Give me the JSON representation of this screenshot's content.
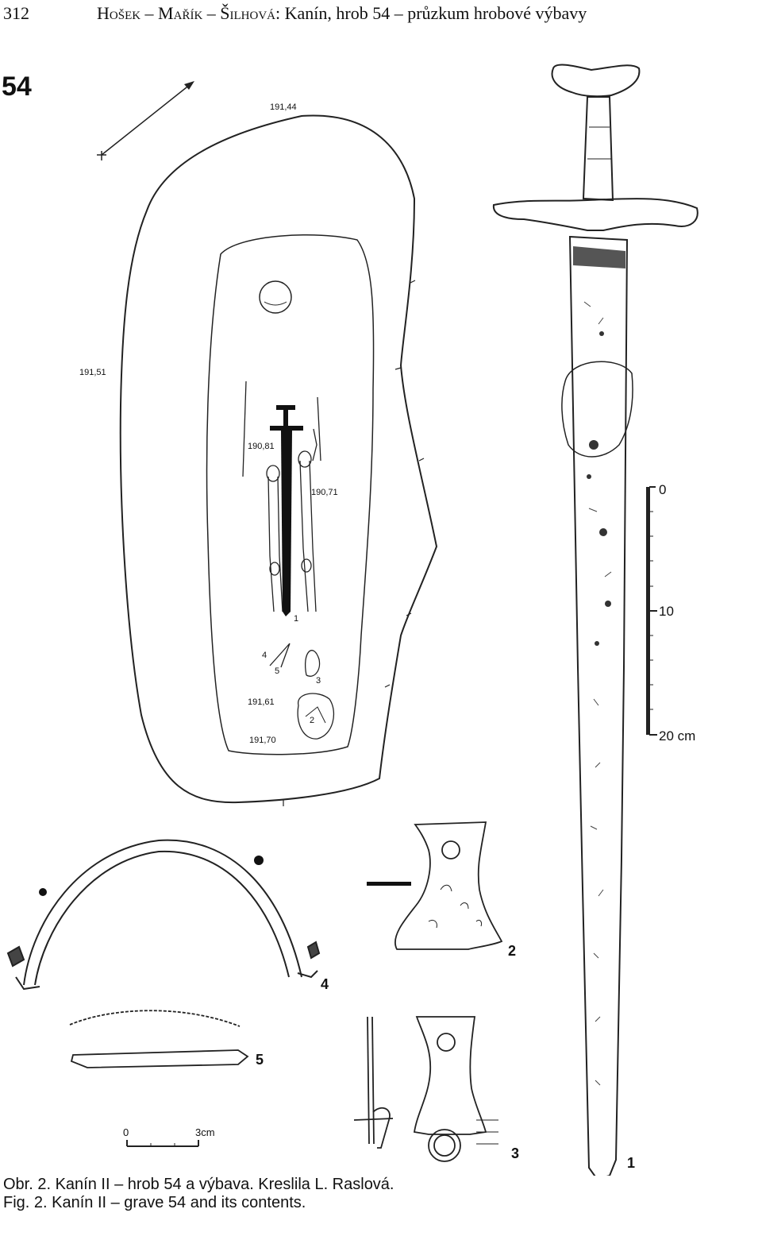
{
  "header": {
    "page_number": "312",
    "authors_sc": "Hošek – Mařík – Šilhová:",
    "title": "Kanín, hrob 54 – průzkum hrobové výbavy"
  },
  "figure": {
    "grave_number": "54",
    "elevations": {
      "top": "191,44",
      "left": "191,51",
      "inner_left": "190,81",
      "inner_right": "190,71",
      "lower_a": "191,61",
      "lower_b": "191,70"
    },
    "plan_item_labels": {
      "item_4": "4",
      "item_5": "5",
      "item_3": "3",
      "item_2": "2",
      "item_1": "1"
    },
    "large_scale": {
      "tick_0": "0",
      "tick_10": "10",
      "tick_20": "20 cm"
    },
    "small_scale": {
      "tick_0": "0",
      "tick_3": "3cm"
    },
    "object_numbers": {
      "sword": "1",
      "chape": "2",
      "buckle": "3",
      "strike_a_light": "4",
      "fitting": "5"
    }
  },
  "caption": {
    "czech": "Obr. 2. Kanín II – hrob 54 a výbava. Kreslila L. Raslová.",
    "english": "Fig. 2. Kanín II – grave 54 and its contents."
  }
}
